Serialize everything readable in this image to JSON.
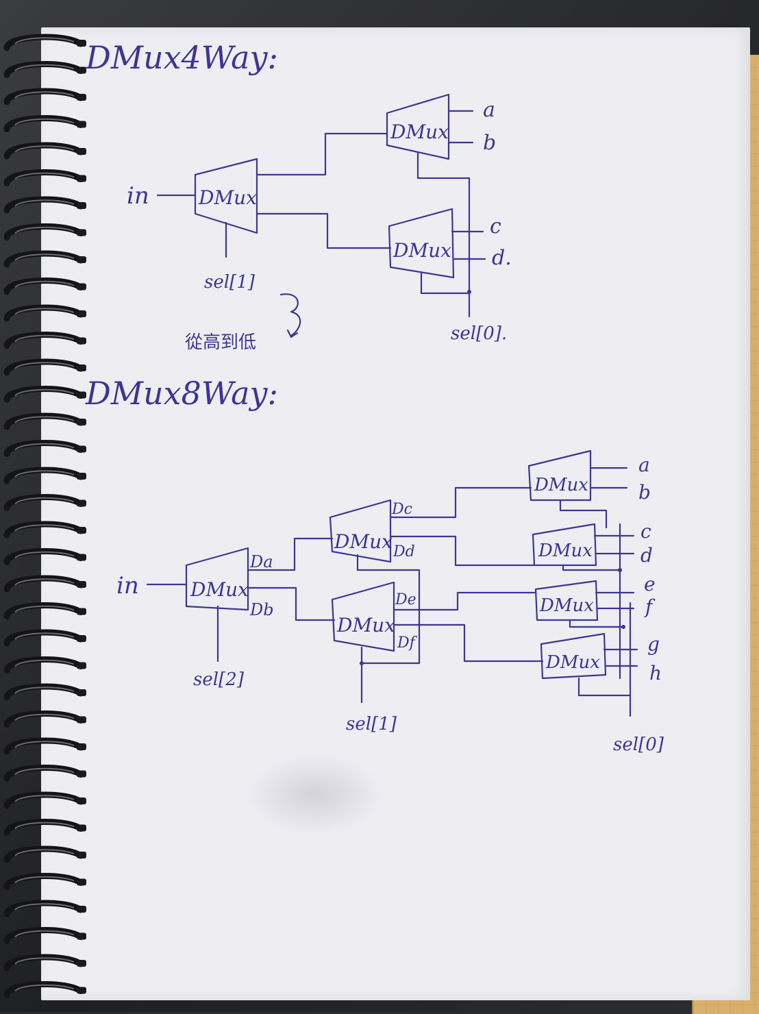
{
  "section1": {
    "title": "DMux4Way:",
    "gate_label": "DMux",
    "input_label": "in",
    "outputs": [
      "a",
      "b",
      "c",
      "d."
    ],
    "sel_hi": "sel[1]",
    "sel_lo": "sel[0].",
    "note": "從高到低"
  },
  "section2": {
    "title": "DMux8Way:",
    "gate_label": "DMux",
    "input_label": "in",
    "wires": [
      "Da",
      "Db",
      "Dc",
      "Dd",
      "De",
      "Df"
    ],
    "outputs": [
      "a",
      "b",
      "c",
      "d",
      "e",
      "f",
      "g",
      "h"
    ],
    "sel2": "sel[2]",
    "sel1": "sel[1]",
    "sel0": "sel[0]"
  },
  "colors": {
    "ink": "#3d3592",
    "paper": "#eeedf2",
    "binding": "#1a1a1c"
  }
}
